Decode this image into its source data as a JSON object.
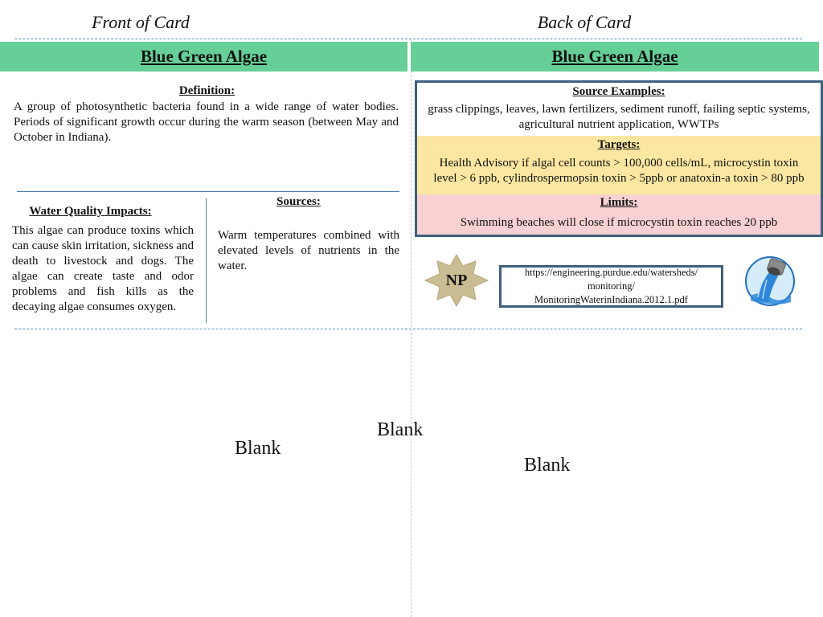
{
  "layout_titles": {
    "front": "Front of Card",
    "back": "Back of Card"
  },
  "front": {
    "title": "Blue Green Algae",
    "definition": {
      "header": "Definition:",
      "text": "A group of photosynthetic bacteria found in a wide range of water bodies. Periods of significant growth occur during the warm season (between May and October in Indiana)."
    },
    "impacts": {
      "header": "Water Quality Impacts:",
      "text": "This algae can produce toxins which can cause skin irritation, sickness and death to livestock and dogs. The algae can create taste and odor problems and fish kills as the decaying algae consumes oxygen."
    },
    "sources": {
      "header": "Sources:",
      "text": "Warm temperatures combined with elevated levels of nutrients in the water."
    }
  },
  "back": {
    "title": "Blue Green Algae",
    "source_examples": {
      "header": "Source Examples:",
      "text": "grass clippings, leaves, lawn fertilizers, sediment runoff, failing septic systems, agricultural nutrient application, WWTPs"
    },
    "targets": {
      "header": "Targets:",
      "text": "Health Advisory if algal cell counts > 100,000 cells/mL, microcystin toxin level > 6 ppb, cylindrospermopsin toxin > 5ppb or anatoxin-a toxin > 80 ppb"
    },
    "limits": {
      "header": "Limits:",
      "text": "Swimming beaches will close if microcystin toxin reaches 20 ppb"
    },
    "badge": "NP",
    "url_lines": [
      "https://engineering.purdue.edu/watersheds/",
      "monitoring/",
      "MonitoringWaterinIndiana.2012.1.pdf"
    ],
    "icon": "water-pipe-outflow-icon"
  },
  "blanks": [
    "Blank",
    "Blank",
    "Blank"
  ],
  "colors": {
    "banner": "#66cf97",
    "border": "#3d5f80",
    "targets_band": "#fbe7a1",
    "limits_band": "#f9d1d2"
  }
}
